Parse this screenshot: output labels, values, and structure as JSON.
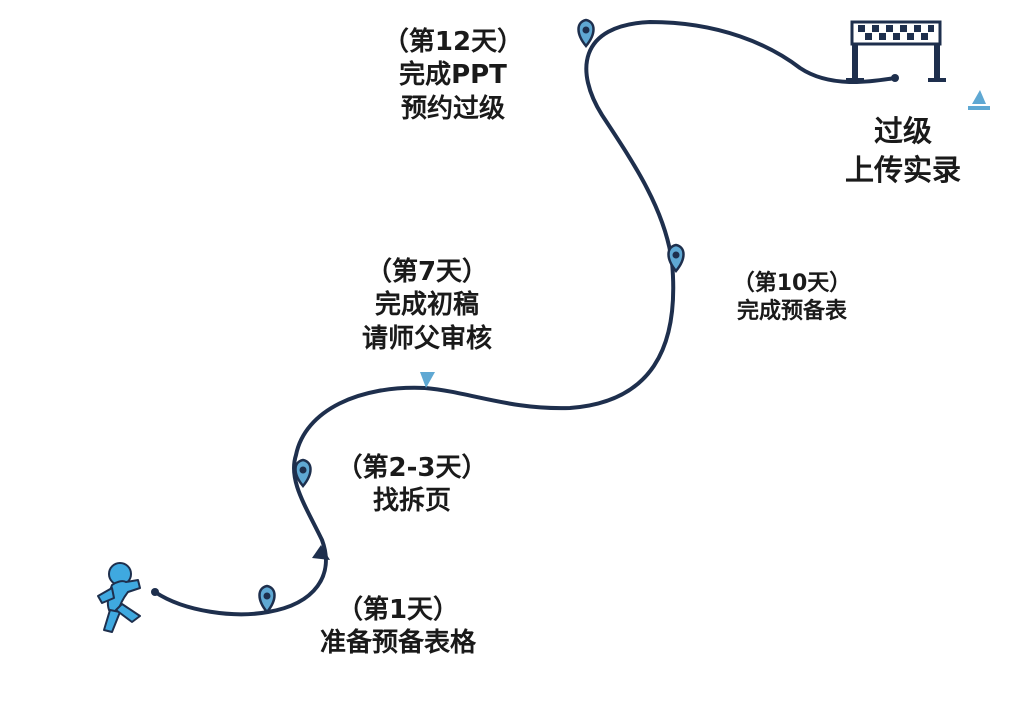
{
  "colors": {
    "path": "#1e2f4d",
    "pin": "#5fa8d3",
    "runner": "#3fa9e0",
    "flag": "#1e2f4d",
    "text": "#1a1a1a"
  },
  "runner": {
    "icon": "running-person-icon"
  },
  "finish": {
    "icon": "checkered-finish-flag-icon"
  },
  "milestones": [
    {
      "id": "day1",
      "lines": [
        "（第1天）",
        "准备预备表格"
      ]
    },
    {
      "id": "day2-3",
      "lines": [
        "（第2-3天）",
        "找拆页"
      ]
    },
    {
      "id": "day7",
      "lines": [
        "（第7天）",
        "完成初稿",
        "请师父审核"
      ]
    },
    {
      "id": "day10",
      "lines": [
        "（第10天）",
        "完成预备表"
      ]
    },
    {
      "id": "day12",
      "lines": [
        "（第12天）",
        "完成PPT",
        "预约过级"
      ]
    },
    {
      "id": "finish",
      "lines": [
        "过级",
        "上传实录"
      ]
    }
  ]
}
